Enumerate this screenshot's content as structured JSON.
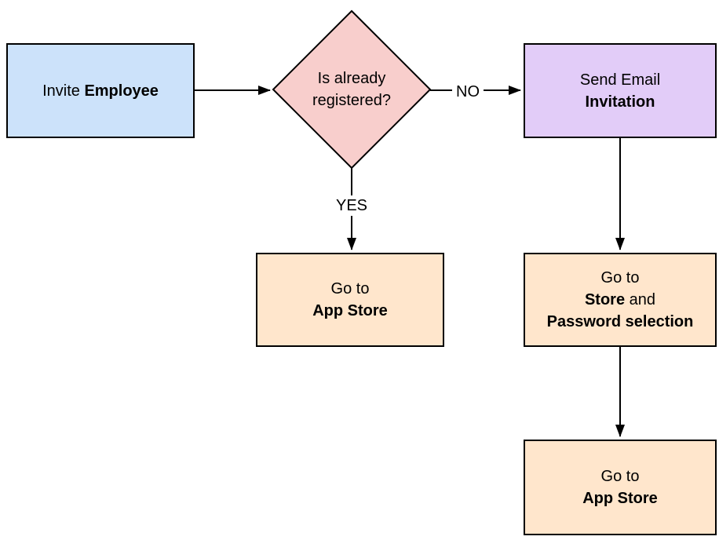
{
  "diagram": {
    "type": "flowchart",
    "background": "#ffffff",
    "colors": {
      "border": "#000000",
      "arrow": "#000000",
      "text": "#000000",
      "invite_fill": "#cce2fa",
      "decision_fill": "#f8cecc",
      "send_email_fill": "#e2ccf8",
      "store_fill": "#ffe6cc",
      "edge_label_bg": "#ffffff"
    },
    "nodes": {
      "invite": {
        "regular": "Invite ",
        "bold": "Employee"
      },
      "decision": {
        "line1": "Is already",
        "line2": "registered?"
      },
      "send_email": {
        "line1": "Send Email",
        "line2_bold": "Invitation"
      },
      "goto_app_store_yes": {
        "line1": "Go to",
        "line2_bold": "App Store"
      },
      "goto_store_password": {
        "line1": "Go to",
        "line2_bold": "Store",
        "line2_regular": " and",
        "line3_bold": "Password selection"
      },
      "goto_app_store_no": {
        "line1": "Go to",
        "line2_bold": "App Store"
      }
    },
    "edge_labels": {
      "no": "NO",
      "yes": "YES"
    },
    "edges": [
      {
        "from": "invite",
        "to": "decision",
        "label": ""
      },
      {
        "from": "decision",
        "to": "send_email",
        "label": "NO"
      },
      {
        "from": "decision",
        "to": "goto_app_store_yes",
        "label": "YES"
      },
      {
        "from": "send_email",
        "to": "goto_store_password",
        "label": ""
      },
      {
        "from": "goto_store_password",
        "to": "goto_app_store_no",
        "label": ""
      }
    ]
  }
}
